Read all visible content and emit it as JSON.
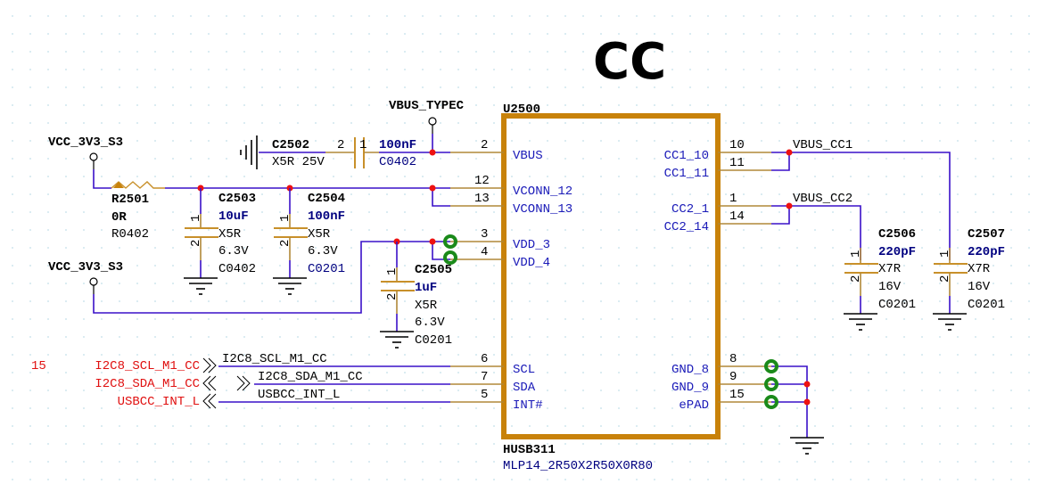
{
  "sheet_title": "CC",
  "ic": {
    "refdes": "U2500",
    "part": "HUSB311",
    "package": "MLP14_2R50X2R50X0R80",
    "body_color": "#c8820a",
    "left_pins": [
      {
        "num": "2",
        "name": "VBUS"
      },
      {
        "num": "12",
        "name": "VCONN_12"
      },
      {
        "num": "13",
        "name": "VCONN_13"
      },
      {
        "num": "3",
        "name": "VDD_3"
      },
      {
        "num": "4",
        "name": "VDD_4"
      },
      {
        "num": "6",
        "name": "SCL"
      },
      {
        "num": "7",
        "name": "SDA"
      },
      {
        "num": "5",
        "name": "INT#"
      }
    ],
    "right_pins": [
      {
        "num": "10",
        "name": "CC1_10"
      },
      {
        "num": "11",
        "name": "CC1_11"
      },
      {
        "num": "1",
        "name": "CC2_1"
      },
      {
        "num": "14",
        "name": "CC2_14"
      },
      {
        "num": "8",
        "name": "GND_8"
      },
      {
        "num": "9",
        "name": "GND_9"
      },
      {
        "num": "15",
        "name": "ePAD"
      }
    ]
  },
  "power_ports": {
    "vcc_top": "VCC_3V3_S3",
    "vcc_bottom": "VCC_3V3_S3",
    "vbus": "VBUS_TYPEC"
  },
  "resistor": {
    "refdes": "R2501",
    "value": "0R",
    "package": "R0402"
  },
  "capacitors": {
    "c2502": {
      "refdes": "C2502",
      "value": "100nF",
      "dielectric_voltage": "X5R 25V",
      "package": "C0402",
      "pin_a": "2",
      "pin_b": "1"
    },
    "c2503": {
      "refdes": "C2503",
      "value": "10uF",
      "dielectric": "X5R",
      "voltage": "6.3V",
      "package": "C0402",
      "pin1": "1",
      "pin2": "2"
    },
    "c2504": {
      "refdes": "C2504",
      "value": "100nF",
      "dielectric": "X5R",
      "voltage": "6.3V",
      "package": "C0201",
      "pin1": "1",
      "pin2": "2"
    },
    "c2505": {
      "refdes": "C2505",
      "value": "1uF",
      "dielectric": "X5R",
      "voltage": "6.3V",
      "package": "C0201",
      "pin1": "1",
      "pin2": "2"
    },
    "c2506": {
      "refdes": "C2506",
      "value": "220pF",
      "dielectric": "X7R",
      "voltage": "16V",
      "package": "C0201",
      "pin1": "1",
      "pin2": "2"
    },
    "c2507": {
      "refdes": "C2507",
      "value": "220pF",
      "dielectric": "X7R",
      "voltage": "16V",
      "package": "C0201",
      "pin1": "1",
      "pin2": "2"
    }
  },
  "nets": {
    "vbus_cc1": "VBUS_CC1",
    "vbus_cc2": "VBUS_CC2",
    "scl": "I2C8_SCL_M1_CC",
    "sda": "I2C8_SDA_M1_CC",
    "int": "USBCC_INT_L"
  },
  "off_sheet_ports": {
    "sheet_ref": "15",
    "scl": "I2C8_SCL_M1_CC",
    "sda": "I2C8_SDA_M1_CC",
    "int": "USBCC_INT_L"
  },
  "colors": {
    "wire": "#3a10c8",
    "pin": "#b08838",
    "junction": "#ee1111",
    "port_text": "#e01010",
    "testpoint": "#1a8a1a"
  }
}
